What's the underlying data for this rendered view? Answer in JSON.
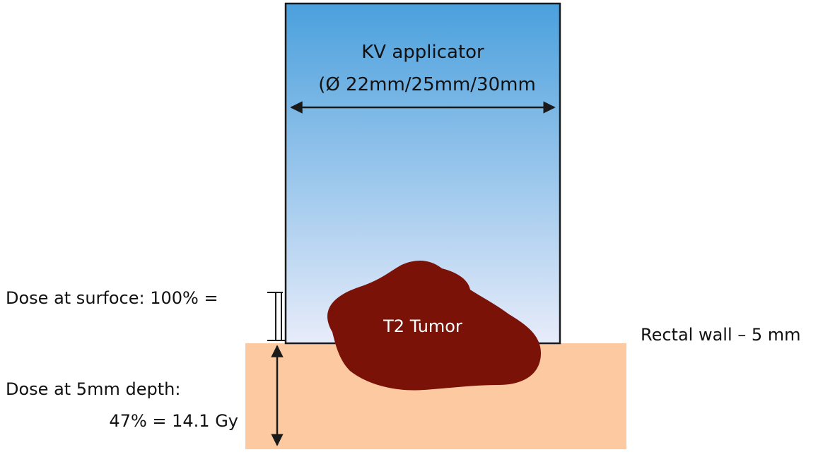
{
  "labels": {
    "applicator_title": "KV applicator",
    "applicator_diameters": "(Ø 22mm/25mm/30mm",
    "tumor": "T2 Tumor",
    "surface_dose": "Dose at surfoce: 100% =",
    "depth_dose_line1": "Dose at 5mm depth:",
    "depth_dose_line2": "47% = 14.1 Gy",
    "rectal_wall": "Rectal wall – 5 mm"
  },
  "colors": {
    "applicator_top": "#4aa0dd",
    "applicator_bottom": "#e8ecfa",
    "rectal_wall": "#fdc9a1",
    "tumor": "#7a1208",
    "outline": "#1a1a1a"
  }
}
